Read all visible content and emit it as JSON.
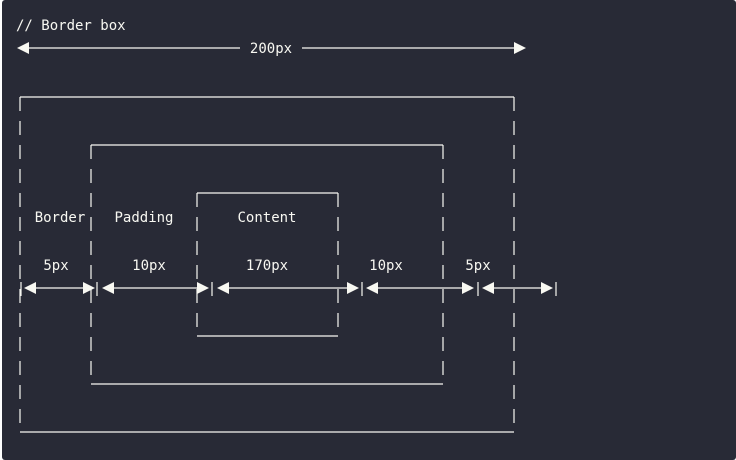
{
  "diagram": {
    "comment": "// Border box",
    "total_width_label": "200px",
    "labels": {
      "border": "Border",
      "padding": "Padding",
      "content": "Content"
    },
    "measurements": {
      "left_border": "5px",
      "left_padding": "10px",
      "content": "170px",
      "right_padding": "10px",
      "right_border": "5px"
    },
    "colors": {
      "background": "#282a36",
      "foreground": "#f8f8f2"
    }
  }
}
